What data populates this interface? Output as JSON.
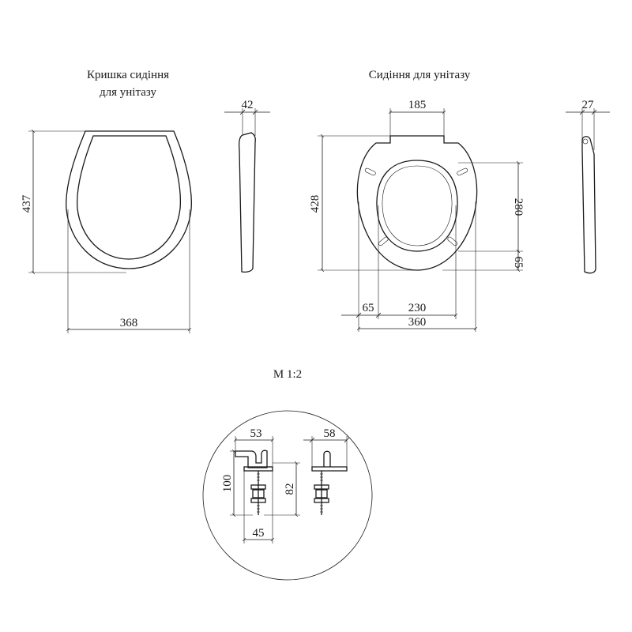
{
  "titles": {
    "lid_line1": "Кришка сидіння",
    "lid_line2": "для унітазу",
    "seat": "Сидіння для унітазу",
    "scale": "М 1:2"
  },
  "dimensions": {
    "lid_height": "437",
    "lid_width": "368",
    "lid_thickness": "42",
    "seat_hinge_width": "185",
    "seat_height": "428",
    "seat_hole_span": "280",
    "seat_rear_offset": "65",
    "seat_side_offset": "65",
    "seat_inner_width": "230",
    "seat_width": "360",
    "seat_thickness": "27",
    "hinge_top_width": "53",
    "hinge_height_total": "100",
    "hinge_bolt_length": "82",
    "hinge_base_width": "45",
    "hinge_front_width": "58"
  }
}
